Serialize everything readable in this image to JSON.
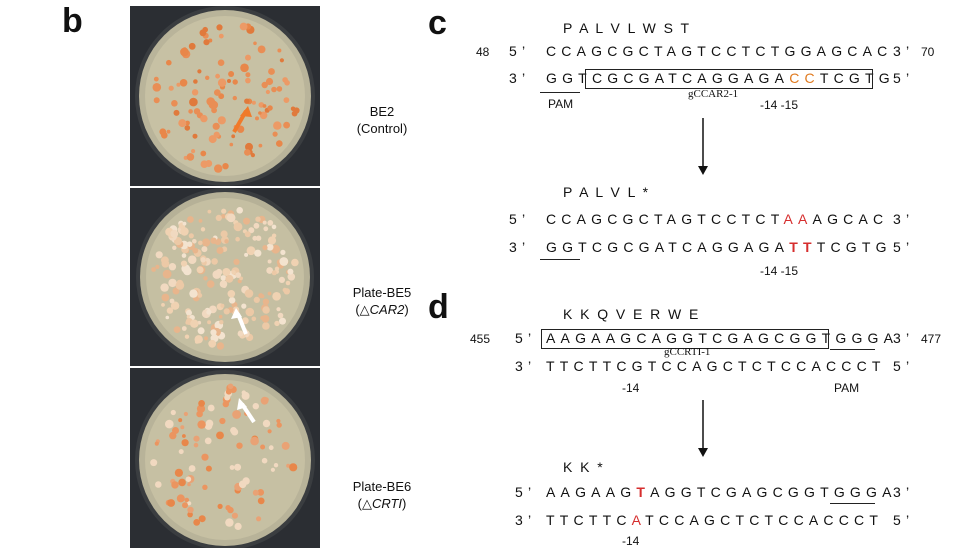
{
  "panels": {
    "b": {
      "letter": "b",
      "plates": [
        {
          "label_line1": "BE2",
          "label_line2": "(Control)"
        },
        {
          "label_line1": "Plate-BE5",
          "label_line2_prefix": "(△",
          "label_line2_italic": "CAR2",
          "label_line2_suffix": ")"
        },
        {
          "label_line1": "Plate-BE6",
          "label_line2_prefix": "(△",
          "label_line2_italic": "CRTI",
          "label_line2_suffix": ")"
        }
      ]
    },
    "c": {
      "letter": "c",
      "aa_top": "P  A  L  V  L  W  S  T",
      "pos_start": "48",
      "pos_end": "70",
      "prime5": "5’",
      "prime3": "3’",
      "top_strand": "CCAGCGCTAGTCCTCTGGAGCAC",
      "bottom_pam": "GGT",
      "bottom_guide_a": "CGCGATCAGGAGA",
      "bottom_guide_edit": "CC",
      "bottom_guide_b": "TCGTG",
      "guide_name": "gCCAR2-1",
      "pam_label": "PAM",
      "edit_pos": "-14 -15",
      "aa_edited": "P  A  L  V  L  *",
      "edited_top_a": "CCAGCGCTAGTCCTCT",
      "edited_top_edit": "AA",
      "edited_top_b": "AGCAC",
      "edited_bottom_a": "GGTCGCGATCAGGAGA",
      "edited_bottom_edit": "TT",
      "edited_bottom_b": "TCGTG",
      "edited_pos": "-14 -15"
    },
    "d": {
      "letter": "d",
      "aa_top": "K  K  Q  V  E  R  W  E",
      "pos_start": "455",
      "pos_end": "477",
      "prime5": "5’",
      "prime3": "3’",
      "top_guide": "AAGAAGCAGGTCGAGCGGTG",
      "top_pam": "GGA",
      "guide_name": "gCCRTI-1",
      "bottom_strand": "TTCTTCGTCCAGCTCTCCACCCT",
      "edit_pos": "-14",
      "pam_label": "PAM",
      "aa_edited": "K  K  *",
      "edited_top_a": "AAGAAG",
      "edited_top_edit": "T",
      "edited_top_b": "AGGTCGAGCGGTGGGA",
      "edited_bottom_a": "TTCTTC",
      "edited_bottom_edit": "A",
      "edited_bottom_b": "TCCAGCTCTCCACCCT",
      "edited_pos": "-14"
    }
  },
  "colors": {
    "edit_red": "#d62e2e",
    "edit_orange": "#e07a1f",
    "colony_orange": "#e8874a",
    "arrow_orange": "#f07a2a"
  }
}
